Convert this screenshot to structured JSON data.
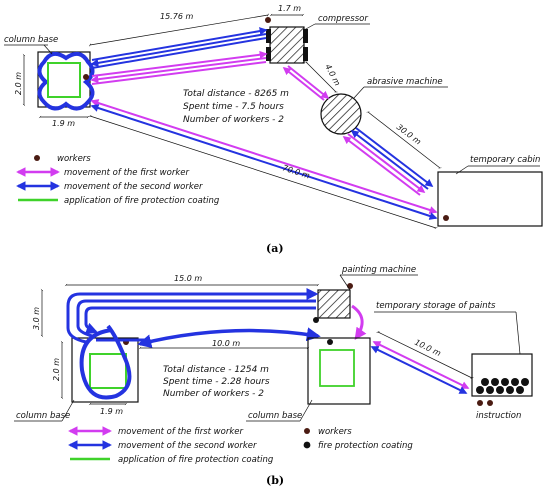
{
  "colors": {
    "first_worker": "#d23cf0",
    "second_worker": "#2433e0",
    "coating": "#3fd22a",
    "worker_dot": "#4a1b12",
    "coating_dot": "#111111"
  },
  "panel_a": {
    "labels": {
      "column_base": "column base",
      "compressor": "compressor",
      "abrasive_machine": "abrasive machine",
      "temporary_cabin": "temporary cabin"
    },
    "dimensions": {
      "d_15_76": "15.76 m",
      "d_1_7": "1.7 m",
      "d_2_0": "2.0 m",
      "d_1_9": "1.9 m",
      "d_4_0": "4.0 m",
      "d_30_0": "30.0 m",
      "d_70_0": "70.0 m"
    },
    "stats": {
      "distance": "Total distance - 8265 m",
      "time": "Spent time - 7.5 hours",
      "workers": "Number of workers - 2"
    },
    "legend": {
      "workers": "workers",
      "first_worker": "movement of the first worker",
      "second_worker": "movement of the second worker",
      "coating": "application of fire protection coating"
    },
    "caption": "(a)"
  },
  "panel_b": {
    "labels": {
      "painting_machine": "painting machine",
      "temporary_storage": "temporary storage of paints",
      "column_base_left": "column base",
      "column_base_right": "column base",
      "instruction": "instruction"
    },
    "dimensions": {
      "d_15_0": "15.0 m",
      "d_3_0": "3.0 m",
      "d_2_0": "2.0 m",
      "d_1_9": "1.9 m",
      "d_10_0_mid": "10.0 m",
      "d_10_0_diag": "10.0 m"
    },
    "stats": {
      "distance": "Total distance - 1254 m",
      "time": "Spent time - 2.28 hours",
      "workers": "Number of workers - 2"
    },
    "legend": {
      "first_worker": "movement of the first worker",
      "second_worker": "movement of the second worker",
      "coating": "application of fire protection coating",
      "workers": "workers",
      "coating_dot": "fire protection coating"
    },
    "caption": "(b)"
  }
}
